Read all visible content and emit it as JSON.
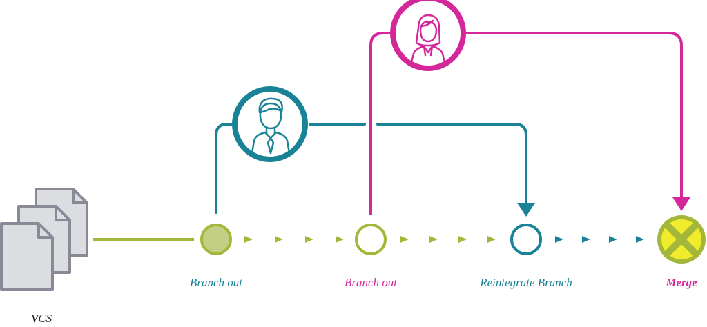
{
  "colors": {
    "olive": "#a3b83a",
    "olive_fill": "#c2cf84",
    "teal": "#1a8296",
    "magenta": "#d4289a",
    "gray": "#888a97",
    "gray_fill": "#dcdde1",
    "merge_fill": "#f0ec2b"
  },
  "labels": {
    "vcs": "VCS",
    "branch_out_1": "Branch out",
    "branch_out_2": "Branch out",
    "reintegrate": "Reintegrate Branch",
    "merge": "Merge"
  },
  "icons": {
    "repository": "document-stack-icon",
    "male_developer": "male-user-icon",
    "female_developer": "female-user-icon",
    "merge": "merge-icon"
  }
}
